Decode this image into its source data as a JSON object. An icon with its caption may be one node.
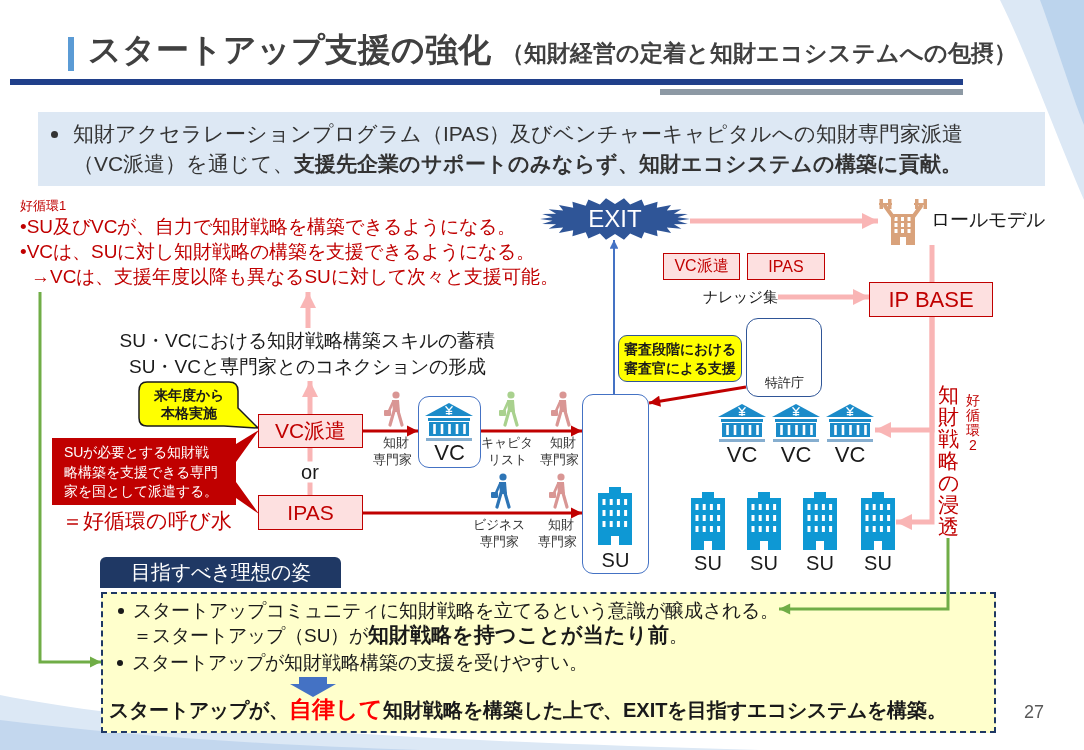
{
  "diagram": {
    "title": "スタートアップ支援の強化",
    "nodes": [
      {
        "text": [
          "知財アクセラレーションプログラム（IPAS）及びベンチャーキャピタルへの知財専門家派遣（VC派遣）を通じて、**支援先企業のサポートのみならず、知財エコシステムの構築に貢献。**"
        ]
      },
      {
        "text": [
          "好循環1",
          "•SU及びVCが、自力で知財戦略を構築できるようになる。",
          "•VCは、SUに対し知財戦略の構築を支援できるようになる。",
          "→VCは、支援年度以降も異なるSUに対して次々と支援可能。"
        ]
      },
      {
        "text": [
          "EXIT"
        ]
      },
      {
        "text": [
          "ロールモデル"
        ]
      },
      {
        "text": [
          "VC派遣"
        ]
      },
      {
        "text": [
          "IPAS"
        ]
      },
      {
        "text": [
          "ナレッジ集"
        ]
      },
      {
        "text": [
          "IP BASE"
        ]
      },
      {
        "text": [
          "SU・VCにおける知財戦略構築スキルの蓄積",
          "SU・VCと専門家とのコネクションの形成"
        ]
      },
      {
        "text": [
          "審査段階における審査官による支援"
        ]
      },
      {
        "text": [
          "特許庁"
        ]
      },
      {
        "text": [
          "来年度から本格実施"
        ]
      },
      {
        "text": [
          "VC派遣"
        ]
      },
      {
        "text": [
          "SUが必要とする知財戦略構築を支援できる専門家を国として派遣する。"
        ]
      },
      {
        "text": [
          "VC"
        ]
      },
      {
        "text": [
          "SU"
        ]
      },
      {
        "text": [
          "IPAS"
        ]
      },
      {
        "text": [
          "VC"
        ]
      },
      {
        "text": [
          "VC"
        ]
      },
      {
        "text": [
          "VC"
        ]
      },
      {
        "text": [
          "知財戦略の浸透"
        ],
        "beside": [
          "好循環2"
        ]
      },
      {
        "text": [
          "SU"
        ]
      },
      {
        "text": [
          "SU"
        ]
      },
      {
        "text": [
          "SU"
        ]
      },
      {
        "text": [
          "SU"
        ]
      },
      {
        "text": [
          "目指すべき理想の姿"
        ]
      },
      {
        "text": [
          "スタートアップが知財戦略構築の支援を受けやすい。",
          "スタートアップが、**自律して**知財戦略を構築した上で、EXITを目指すエコシステムを構築。"
        ]
      },
      {
        "text": [
          "スタートアップコミュニティに知財戦略を立てるという意識が醸成される。",
          "＝スタートアップ（SU）が**知財戦略を持つことが当たり前**。"
        ],
        "in": 26
      }
    ],
    "edges": [
      {
        "from": 8,
        "to": 1,
        "arrow": "to"
      },
      {
        "from": 2,
        "to": 3,
        "arrow": "to"
      },
      {
        "from": 3,
        "to": 7,
        "arrow": "none"
      },
      {
        "from": 6,
        "to": 7,
        "arrow": "to"
      },
      {
        "from": 15,
        "to": 2,
        "arrow": "to",
        "color": "#4472c4"
      },
      {
        "from": 12,
        "to": 8,
        "arrow": "to"
      },
      {
        "from": 10,
        "to": 15,
        "arrow": "to",
        "color": "#c00000"
      },
      {
        "from": 16,
        "to": 12,
        "arrow": "none",
        "label": "or"
      },
      {
        "from": 12,
        "to": 14,
        "arrow": "to",
        "color": "#c00000"
      },
      {
        "from": 14,
        "to": 15,
        "arrow": "to",
        "color": "#c00000"
      },
      {
        "from": 7,
        "to": 19,
        "arrow": "to"
      },
      {
        "from": 7,
        "to": 24,
        "arrow": "to"
      },
      {
        "from": 16,
        "to": 15,
        "arrow": "to",
        "color": "#c00000"
      },
      {
        "from": 20,
        "to": 27,
        "arrow": "to",
        "color": "#70ad47"
      },
      {
        "from": 1,
        "to": 26,
        "arrow": "to",
        "color": "#70ad47"
      }
    ],
    "labels": [
      "（知財経営の定着と知財エコシステムへの包摂）",
      "＝好循環の呼び水",
      "知財専門家",
      "キャピタリスト",
      "知財専門家",
      "ビジネス専門家",
      "知財専門家",
      "27"
    ]
  }
}
